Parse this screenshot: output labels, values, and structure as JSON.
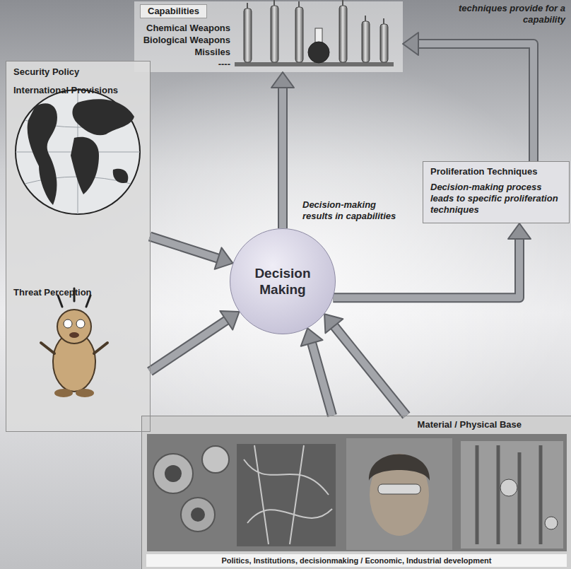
{
  "diagram": {
    "nodes": [
      {
        "text": [
          "Capabilities",
          "Chemical Weapons",
          "Biological Weapons",
          "Missiles",
          "----"
        ]
      },
      {
        "text": [
          "Security Policy"
        ]
      },
      {
        "text": [
          "International Provisions"
        ],
        "in": 1
      },
      {
        "text": [
          "Threat Perception"
        ],
        "in": 1
      },
      {
        "text": [
          "Decision Making"
        ]
      },
      {
        "text": [
          "Proliferation Techniques",
          "Decision-making process leads to specific proliferation techniques"
        ]
      },
      {
        "text": [
          "Material / Physical Base",
          "Politics, Institutions, decisionmaking / Economic, Industrial development"
        ]
      }
    ],
    "edges": [
      {
        "from": 2,
        "to": 4,
        "arrow": "to"
      },
      {
        "from": 3,
        "to": 4,
        "arrow": "to"
      },
      {
        "from": 6,
        "to": 4,
        "arrow": "to"
      },
      {
        "from": 6,
        "to": 4,
        "arrow": "to"
      },
      {
        "from": 4,
        "to": 0,
        "label": "Decision-making results in capabilities",
        "arrow": "to"
      },
      {
        "from": 4,
        "to": 5,
        "arrow": "to"
      },
      {
        "from": 5,
        "to": 0,
        "label": "techniques provide for a capability",
        "arrow": "to"
      }
    ]
  }
}
